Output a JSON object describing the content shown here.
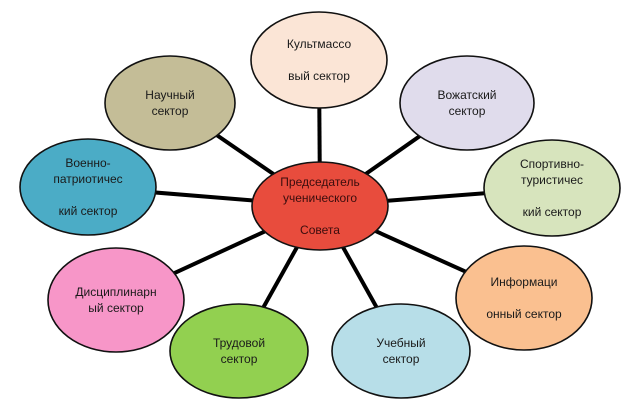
{
  "center": {
    "lines": [
      "Председатель",
      "ученического",
      "",
      "Совета"
    ],
    "color": "#e84c3d"
  },
  "sectors": [
    {
      "id": "kultmass",
      "lines": [
        "Культмассо",
        "",
        "вый сектор"
      ],
      "color": "#fbe5d6"
    },
    {
      "id": "vozhatsky",
      "lines": [
        "Вожатский",
        "сектор"
      ],
      "color": "#e0dcec"
    },
    {
      "id": "sport",
      "lines": [
        "Спортивно-",
        "туристичес",
        "",
        "кий сектор"
      ],
      "color": "#d7e4bd"
    },
    {
      "id": "inform",
      "lines": [
        "Информаци",
        "",
        "онный сектор"
      ],
      "color": "#fac090"
    },
    {
      "id": "uchebny",
      "lines": [
        "Учебный",
        "сектор"
      ],
      "color": "#b7dee8"
    },
    {
      "id": "trudovoy",
      "lines": [
        "Трудовой",
        "сектор"
      ],
      "color": "#92d050"
    },
    {
      "id": "discipl",
      "lines": [
        "Дисциплинарн",
        "ый сектор"
      ],
      "color": "#f796c8"
    },
    {
      "id": "voenno",
      "lines": [
        "Военно-",
        "патриотичес",
        "",
        "кий сектор"
      ],
      "color": "#4bacc6"
    },
    {
      "id": "nauchny",
      "lines": [
        "Научный",
        "сектор"
      ],
      "color": "#c4bd97"
    }
  ]
}
